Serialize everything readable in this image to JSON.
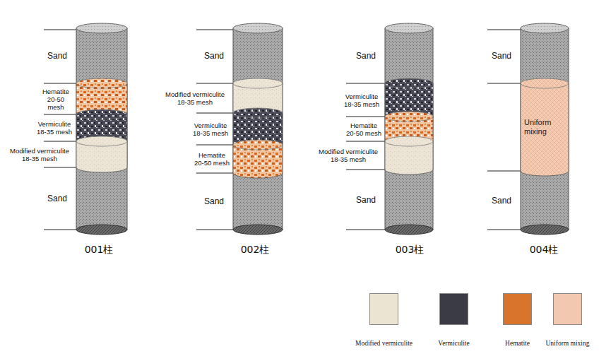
{
  "diagram": {
    "nodes": [
      {
        "text": [
          "001柱"
        ]
      },
      {
        "text": [
          "Sand"
        ],
        "in": 0
      },
      {
        "text": [
          "Hematite 20-50 mesh"
        ],
        "in": 0
      },
      {
        "text": [
          "Vermiculite 18-35 mesh"
        ],
        "in": 0
      },
      {
        "text": [
          "Modified vermiculite 18-35 mesh"
        ],
        "in": 0
      },
      {
        "text": [
          "Sand"
        ],
        "in": 0
      },
      {
        "text": [
          "002柱"
        ]
      },
      {
        "text": [
          "Sand"
        ],
        "in": 6
      },
      {
        "text": [
          "Modified vermiculite 18-35 mesh"
        ],
        "in": 6
      },
      {
        "text": [
          "Vermiculite 18-35 mesh"
        ],
        "in": 6
      },
      {
        "text": [
          "Hematite 20-50 mesh"
        ],
        "in": 6
      },
      {
        "text": [
          "Sand"
        ],
        "in": 6
      },
      {
        "text": [
          "003柱"
        ]
      },
      {
        "text": [
          "Sand"
        ],
        "in": 12
      },
      {
        "text": [
          "Vermiculite 18-35 mesh"
        ],
        "in": 12
      },
      {
        "text": [
          "Hematite 20-50 mesh"
        ],
        "in": 12
      },
      {
        "text": [
          "Modified vermiculite 18-35 mesh"
        ],
        "in": 12
      },
      {
        "text": [
          "Sand"
        ],
        "in": 12
      },
      {
        "text": [
          "004柱"
        ]
      },
      {
        "text": [
          "Sand"
        ],
        "in": 18
      },
      {
        "text": [
          "Uniform mixing"
        ],
        "in": 18
      },
      {
        "text": [
          "Sand"
        ],
        "in": 18
      }
    ],
    "legend": [
      {
        "text": "Modified vermiculite",
        "color": "#ece4d2"
      },
      {
        "text": "Vermiculite",
        "color": "#3b3b46"
      },
      {
        "text": "Hematite",
        "color": "#d8742c"
      },
      {
        "text": "Uniform mixing",
        "color": "#f2c9b0"
      }
    ]
  }
}
